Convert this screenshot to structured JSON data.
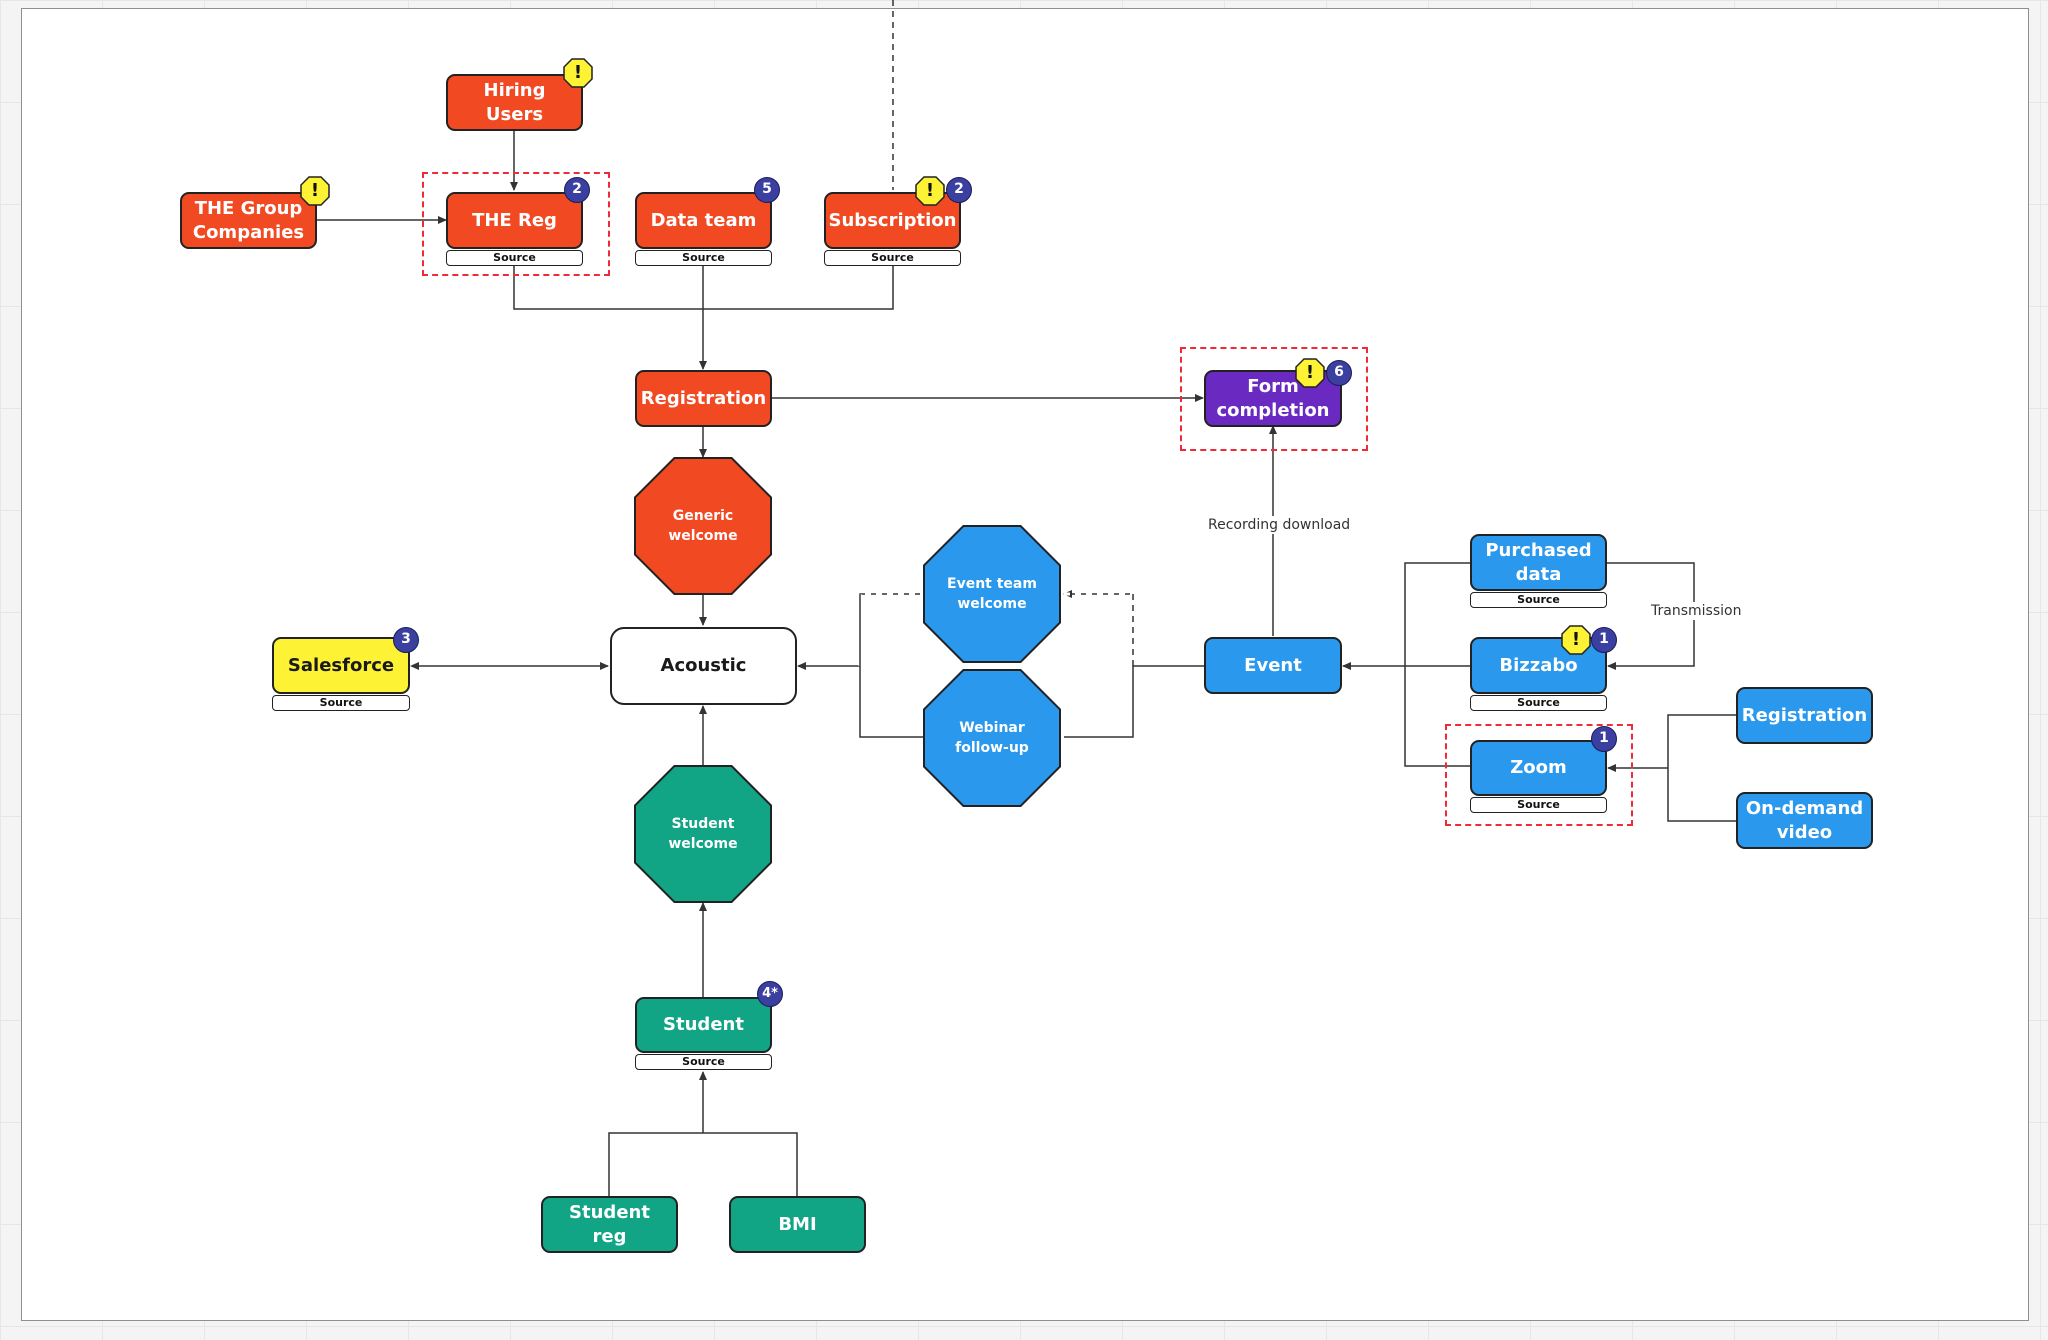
{
  "nodes": {
    "hiring_users": "Hiring Users",
    "the_group": "THE Group Companies",
    "the_reg": "THE Reg",
    "data_team": "Data team",
    "subscription": "Subscription",
    "registration": "Registration",
    "form_completion": "Form completion",
    "salesforce": "Salesforce",
    "acoustic": "Acoustic",
    "event": "Event",
    "purchased_data": "Purchased data",
    "bizzabo": "Bizzabo",
    "zoom": "Zoom",
    "registration_right": "Registration",
    "on_demand_video": "On-demand video",
    "student": "Student",
    "student_reg": "Student reg",
    "bmi": "BMI"
  },
  "octagons": {
    "generic_welcome": "Generic welcome",
    "event_team_welcome": "Event team welcome",
    "webinar_follow_up": "Webinar follow-up",
    "student_welcome": "Student welcome"
  },
  "source_label": "Source",
  "badges": {
    "the_reg": "2",
    "data_team": "5",
    "subscription": "2",
    "form_completion": "6",
    "salesforce": "3",
    "bizzabo": "1",
    "zoom": "1",
    "student": "4*"
  },
  "warning_symbol": "!",
  "edge_labels": {
    "recording_download": "Recording download",
    "transmission": "Transmission"
  },
  "colors": {
    "red": "#f14a23",
    "blue": "#2a98ec",
    "green": "#11a586",
    "purple": "#6a2ac2",
    "yellow": "#fdf234",
    "badge": "#3a3fa0",
    "warning": "#fdf234",
    "highlight": "#ee2b36"
  }
}
